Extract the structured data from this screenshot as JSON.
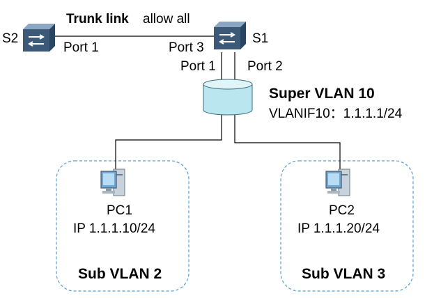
{
  "colors": {
    "switch_fill": "#3c5a78",
    "switch_light": "#8aa6c2",
    "vlan_fill": "#b9e6ef",
    "vlan_stroke": "#3a6a78",
    "zone_stroke": "#4a9fd8",
    "link": "#000000",
    "pc_screen": "#6fa8d6",
    "pc_body": "#c8d2dc"
  },
  "icons": {
    "switch": "network-switch-icon",
    "vlan": "vlan-cylinder-icon",
    "pc": "desktop-pc-icon"
  },
  "link_top": {
    "type_label": "Trunk link",
    "allow_label": "allow all"
  },
  "s2": {
    "name": "S2",
    "port": "Port 1"
  },
  "s1": {
    "name": "S1",
    "port_trunk": "Port 3",
    "port_left": "Port 1",
    "port_right": "Port 2"
  },
  "super_vlan": {
    "title": "Super VLAN 10",
    "vlanif": "VLANIF10：1.1.1.1/24"
  },
  "pc1": {
    "name": "PC1",
    "ip": "IP 1.1.1.10/24",
    "subvlan": "Sub VLAN 2"
  },
  "pc2": {
    "name": "PC2",
    "ip": "IP 1.1.1.20/24",
    "subvlan": "Sub VLAN 3"
  }
}
